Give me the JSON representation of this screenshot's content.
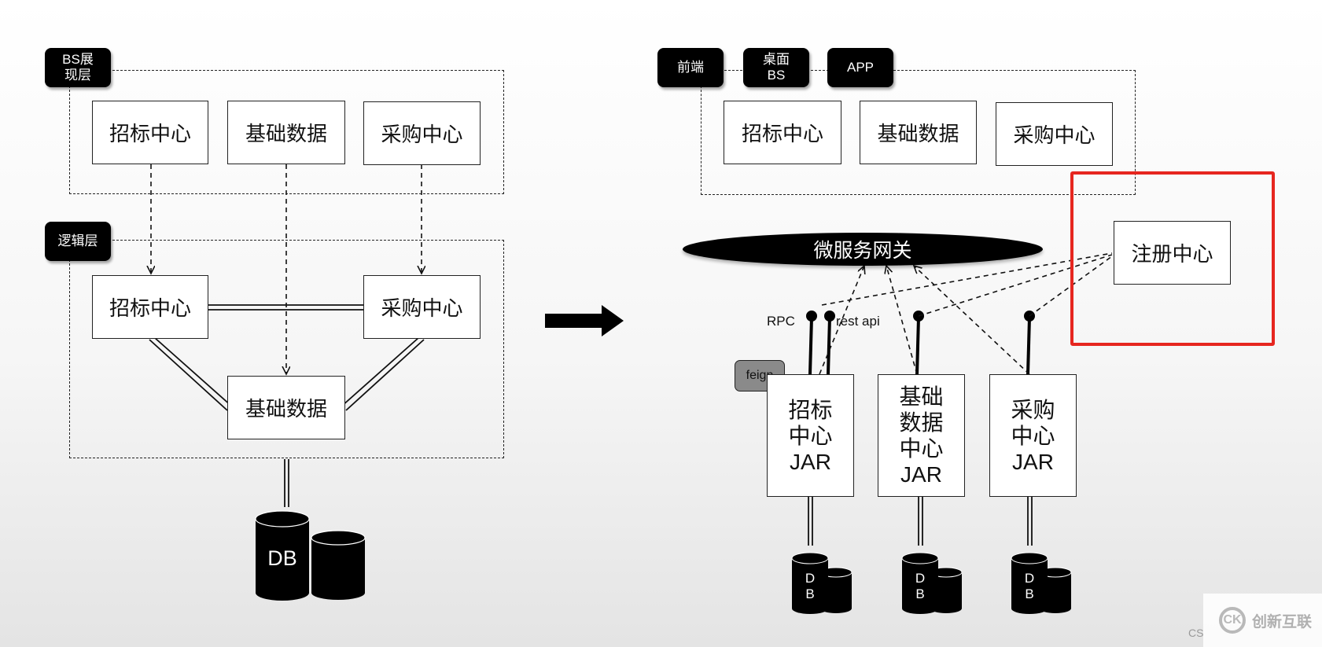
{
  "left": {
    "bs_layer_tag": "BS展\n现层",
    "logic_layer_tag": "逻辑层",
    "bs_boxes": [
      "招标中心",
      "基础数据",
      "采购中心"
    ],
    "logic_boxes": [
      "招标中心",
      "采购中心",
      "基础数据"
    ],
    "db_label": "DB"
  },
  "right": {
    "client_tags": [
      "前端",
      "桌面\nBS",
      "APP"
    ],
    "ui_boxes": [
      "招标中心",
      "基础数据",
      "采购中心"
    ],
    "gateway_label": "微服务网关",
    "registry_label": "注册中心",
    "rpc_label": "RPC",
    "rest_label": "rest api",
    "feign_label": "feign",
    "jars": [
      "招标\n中心\nJAR",
      "基础\n数据\n中心\nJAR",
      "采购\n中心\nJAR"
    ],
    "db_labels": [
      "D\nB",
      "D\nB",
      "D\nB"
    ]
  },
  "watermark": {
    "logo_text": "CK",
    "text": "创新互联",
    "corner": "CS"
  },
  "colors": {
    "highlight": "#e6261f",
    "ink": "#000000",
    "feign_fill": "#8a8a8a"
  }
}
